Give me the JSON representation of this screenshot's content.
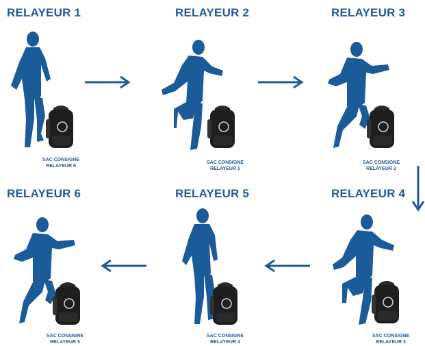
{
  "runners": [
    {
      "title": "RELAYEUR 1",
      "bag_label": "SAC CONSIGNE",
      "bag_owner": "RELAYEUR 6"
    },
    {
      "title": "RELAYEUR 2",
      "bag_label": "SAC CONSIGNE",
      "bag_owner": "RELAYEUR 1"
    },
    {
      "title": "RELAYEUR 3",
      "bag_label": "SAC CONSIGNE",
      "bag_owner": "RELAYEUR 2"
    },
    {
      "title": "RELAYEUR 6",
      "bag_label": "SAC CONSIGNE",
      "bag_owner": "RELAYEUR 5"
    },
    {
      "title": "RELAYEUR 5",
      "bag_label": "SAC CONSIGNE",
      "bag_owner": "RELAYEUR 4"
    },
    {
      "title": "RELAYEUR 4",
      "bag_label": "SAC CONSIGNE",
      "bag_owner": "RELAYEUR 3"
    }
  ],
  "colors": {
    "accent": "#1f5a96",
    "runner": "#1c5b9a",
    "bag": "#1e1e1e"
  },
  "icons": {
    "runner": "runner-silhouette-icon",
    "bag": "backpack-icon",
    "arrow": "arrow-icon"
  }
}
